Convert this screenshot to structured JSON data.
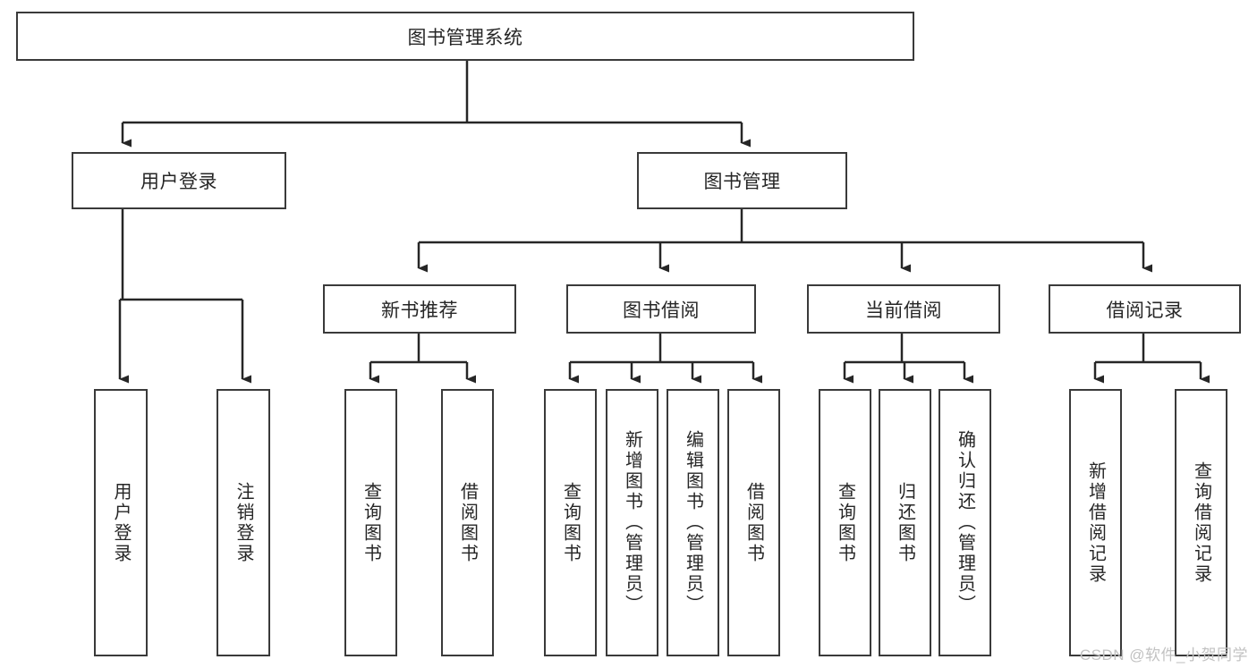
{
  "diagram": {
    "title": "图书管理系统",
    "type": "tree-hierarchy",
    "watermark": "CSDN @软件_小贺同学",
    "colors": {
      "box_border": "#3a3a3a",
      "box_fill": "#ffffff",
      "connector": "#262626",
      "text": "#262626",
      "watermark": "#c2c2c2",
      "background": "#ffffff"
    }
  },
  "root": {
    "label": "图书管理系统"
  },
  "level2": [
    {
      "label": "用户登录"
    },
    {
      "label": "图书管理"
    }
  ],
  "level3": [
    {
      "label": "新书推荐"
    },
    {
      "label": "图书借阅"
    },
    {
      "label": "当前借阅"
    },
    {
      "label": "借阅记录"
    }
  ],
  "leaves": {
    "user_login": [
      {
        "label": "用户登录"
      },
      {
        "label": "注销登录"
      }
    ],
    "new_book_recommend": [
      {
        "label": "查询图书"
      },
      {
        "label": "借阅图书"
      }
    ],
    "book_borrow": [
      {
        "label": "查询图书"
      },
      {
        "label": "新增图书（管理员）"
      },
      {
        "label": "编辑图书（管理员）"
      },
      {
        "label": "借阅图书"
      }
    ],
    "current_borrow": [
      {
        "label": "查询图书"
      },
      {
        "label": "归还图书"
      },
      {
        "label": "确认归还（管理员）"
      }
    ],
    "borrow_record": [
      {
        "label": "新增借阅记录"
      },
      {
        "label": "查询借阅记录"
      }
    ]
  }
}
